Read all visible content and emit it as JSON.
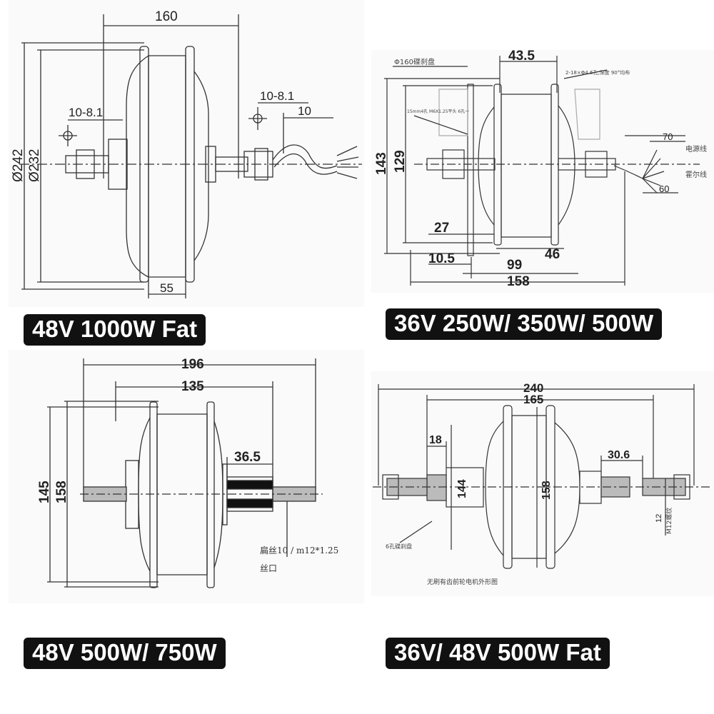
{
  "panels": [
    {
      "label": "48V 1000W Fat",
      "dims": {
        "width": "160",
        "dia_outer": "Ø242",
        "dia_inner": "Ø232",
        "hole_left": "10-8.1",
        "hole_right": "10-8.1",
        "cable": "10",
        "hub": "55"
      }
    },
    {
      "label": "36V 250W/ 350W/ 500W",
      "dims": {
        "top": "43.5",
        "h1": "143",
        "h2": "129",
        "d27": "27",
        "d10": "10.5",
        "d99": "99",
        "d46": "46",
        "d158": "158",
        "c70": "70",
        "c60": "60"
      },
      "notes": {
        "disc": "Φ160碟刹盘",
        "hole": "2-18×Φ4.6孔,深度 90°均布",
        "power": "电源线",
        "hall": "霍尔线",
        "spec": "15mm4孔 M6X1.25平头 6孔一"
      }
    },
    {
      "label": "48V 500W/ 750W",
      "dims": {
        "overall": "196",
        "body": "135",
        "thread": "36.5",
        "h1": "145",
        "h2": "158"
      },
      "notes": {
        "thread_spec_1": "扁丝10 / m12*1.25",
        "thread_spec_2": "丝口"
      }
    },
    {
      "label": "36V/ 48V 500W Fat",
      "dims": {
        "overall": "240",
        "body": "165",
        "d18": "18",
        "d30": "30.6",
        "d144": "144",
        "d158": "158",
        "axle": "12",
        "axle_spec": "M12螺纹"
      },
      "notes": {
        "flange": "6孔碟刹盘",
        "title": "无刷有齿前轮电机外形图"
      }
    }
  ]
}
